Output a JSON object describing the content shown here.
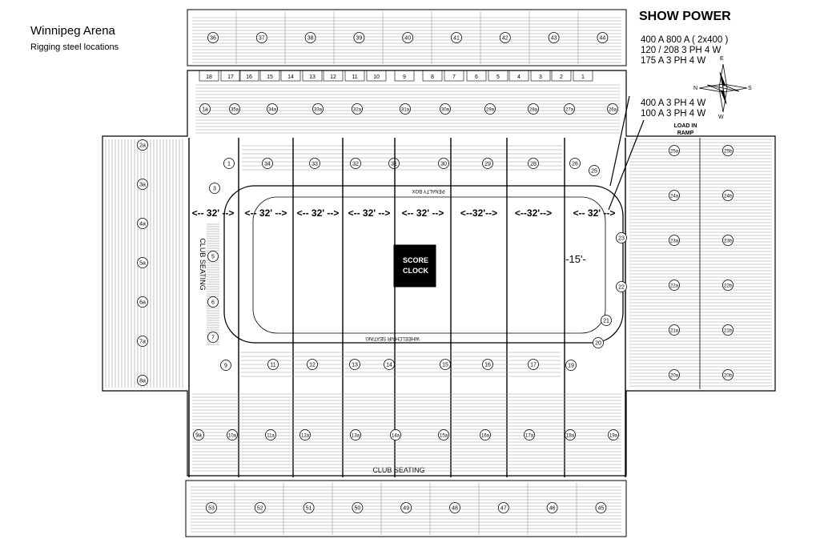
{
  "header": {
    "title": "Winnipeg Arena",
    "subtitle": "Rigging steel locations"
  },
  "power": {
    "title": "SHOW POWER",
    "group1": [
      "400 A 800 A ( 2x400 )",
      "120 / 208 3 PH 4 W",
      "175 A 3 PH 4 W"
    ],
    "group2": [
      "400 A 3 PH 4 W",
      "100 A 3 PH 4 W"
    ],
    "load_in": [
      "LOAD IN",
      "RAMP"
    ]
  },
  "compass": {
    "n": "N",
    "s": "S",
    "e": "E",
    "w": "W"
  },
  "floor": {
    "score_clock": [
      "SCORE",
      "CLOCK"
    ],
    "spans": [
      "<-- 32' -->",
      "<-- 32' -->",
      "<-- 32' -->",
      "<-- 32' -->",
      "<-- 32' -->",
      "<--32'-->",
      "<--32'-->",
      "<-- 32' -->"
    ],
    "fifteen": "-15'-",
    "club_seating_left": "CLUB SEATING",
    "club_seating_bottom": "CLUB SEATING",
    "penalty_box": "PENALTY BOX",
    "wheelchair_seating": "WHEELCHAIR SEATING"
  },
  "sections": {
    "top_bar": [
      "36",
      "37",
      "38",
      "39",
      "40",
      "41",
      "42",
      "43",
      "44"
    ],
    "bottom_bar": [
      "53",
      "52",
      "51",
      "50",
      "49",
      "48",
      "47",
      "46",
      "45"
    ],
    "upper_columns": [
      "18",
      "17",
      "16",
      "15",
      "14",
      "13",
      "12",
      "11",
      "10",
      "9",
      "8",
      "7",
      "6",
      "5",
      "4",
      "3",
      "2",
      "1"
    ],
    "upper_a": [
      "1a",
      "35a",
      "34a",
      "33a",
      "32a",
      "31a",
      "30a",
      "29a",
      "28a",
      "27a",
      "26a"
    ],
    "upper_rows": [
      "1",
      "34",
      "33",
      "32",
      "31",
      "30",
      "29",
      "28",
      "26",
      "25",
      "3"
    ],
    "left_a": [
      "2a",
      "3a",
      "4a",
      "5a",
      "6a",
      "7a",
      "8a"
    ],
    "left_rows": [
      "5",
      "6",
      "7",
      "9"
    ],
    "right_a": [
      "25a",
      "24a",
      "23a",
      "22a",
      "21a",
      "20a"
    ],
    "right_b": [
      "25b",
      "24b",
      "23b",
      "22b",
      "21b",
      "20b"
    ],
    "right_rows": [
      "23",
      "22",
      "21",
      "20",
      "19"
    ],
    "lower_rows": [
      "11",
      "12",
      "13",
      "14",
      "15",
      "16",
      "17"
    ],
    "lower_a": [
      "9a",
      "10a",
      "11a",
      "12a",
      "13a",
      "14a",
      "15a",
      "16a",
      "17a",
      "18a",
      "19a"
    ]
  }
}
